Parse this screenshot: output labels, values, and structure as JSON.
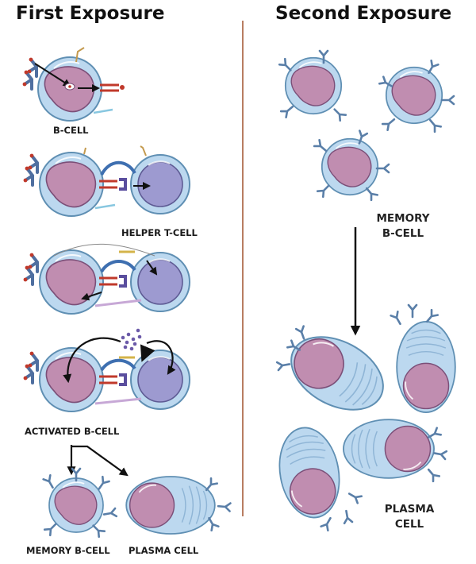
{
  "headings": {
    "left": "First Exposure",
    "right": "Second Exposure"
  },
  "labels": {
    "b_cell": "B-CELL",
    "helper_t_cell": "HELPER T-CELL",
    "activated_b_cell": "ACTIVATED B-CELL",
    "memory_b_cell": "MEMORY B-CELL",
    "plasma_cell": "PLASMA CELL",
    "memory_line1": "MEMORY",
    "memory_line2": "B-CELL",
    "plasma_line1": "PLASMA",
    "plasma_line2": "CELL"
  },
  "colors": {
    "divider": "#a0522d",
    "cell_membrane": "#b8d7ef",
    "cell_outline": "#5f8fb3",
    "b_nucleus": "#c08db0",
    "t_nucleus": "#9d9ad0",
    "antibody": "#5a7fa8",
    "receptor_red": "#c0392b"
  },
  "icons": [
    "antibody-icon",
    "cytokine-dots-icon",
    "arrow-icon"
  ]
}
